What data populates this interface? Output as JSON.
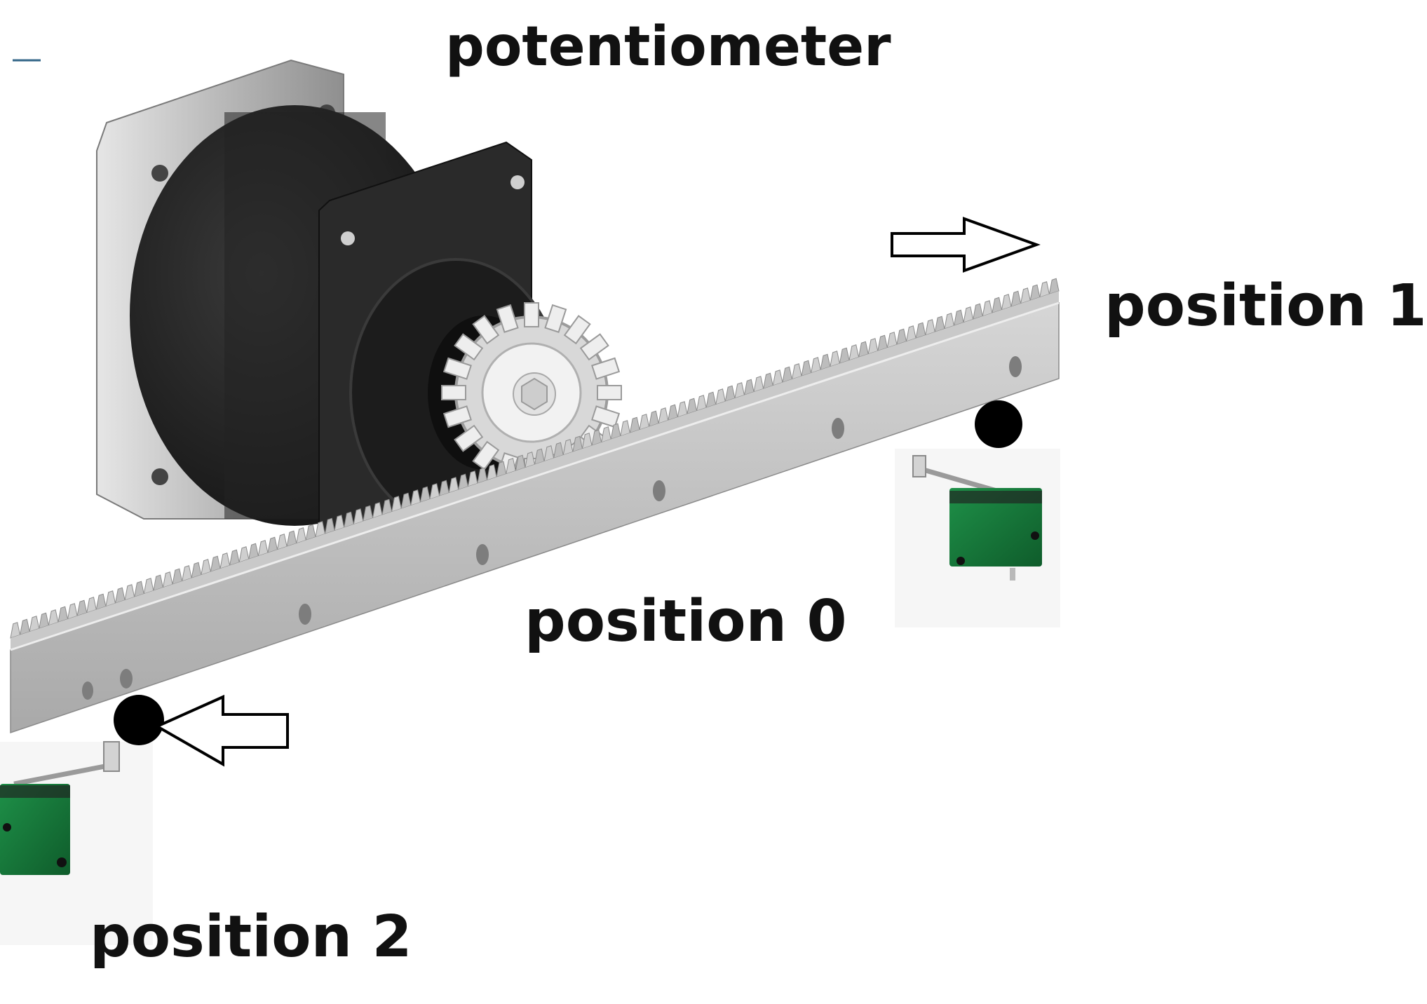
{
  "labels": {
    "potentiometer": "potentiometer",
    "position_1": "position 1",
    "position_0": "position 0",
    "position_2": "position 2"
  },
  "colors": {
    "rack_light": "#d4d4d4",
    "rack_mid": "#bdbdbd",
    "rack_dark": "#8e8e8e",
    "motor_body": "#232323",
    "motor_flange": "#b8b8b8",
    "gear": "#e4e4e4",
    "switch_green": "#177a3c",
    "contact_dot": "#000000",
    "arrow_outline": "#000000"
  },
  "icons": {
    "motor": "gearmotor-icon",
    "gear": "pinion-gear-icon",
    "switch": "limit-switch-icon",
    "arrow": "outline-arrow-icon"
  }
}
